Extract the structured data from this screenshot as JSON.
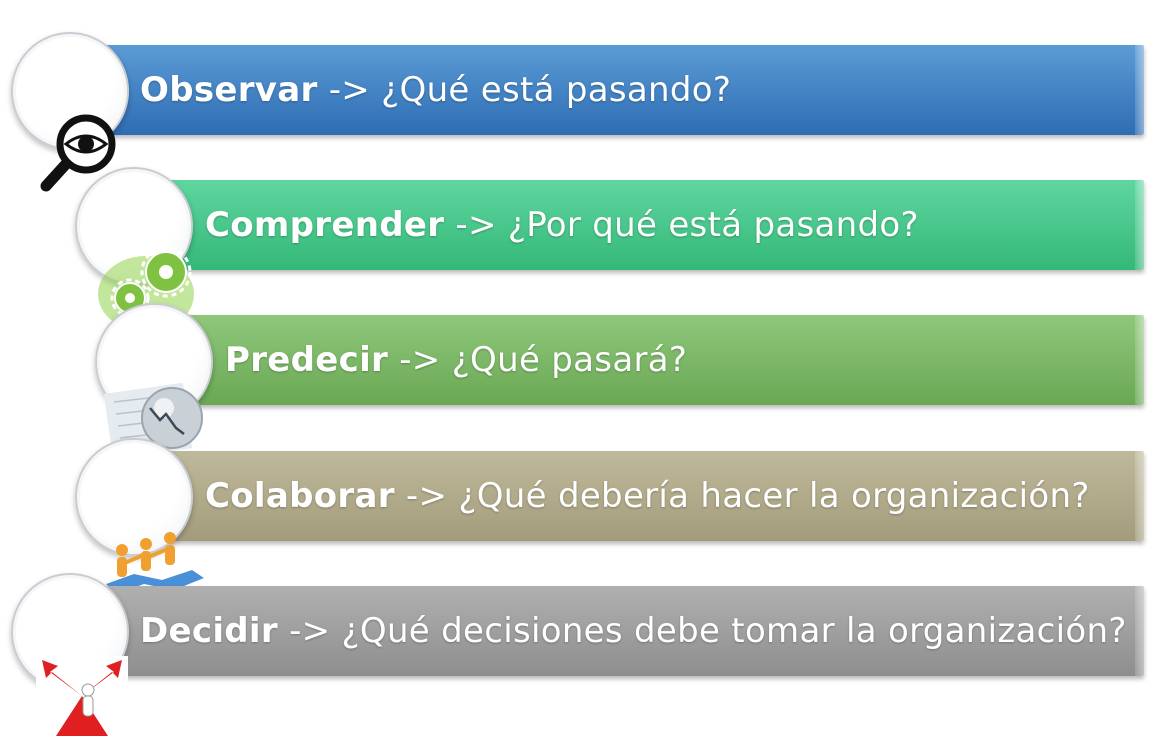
{
  "steps": [
    {
      "verb": "Observar",
      "arrow": "->",
      "question": "¿Qué está pasando?",
      "color_from": "#5b9bd5",
      "color_to": "#2e6db3",
      "icon": "magnifier-eye-icon"
    },
    {
      "verb": "Comprender",
      "arrow": "->",
      "question": "¿Por qué está pasando?",
      "color_from": "#5fd6a0",
      "color_to": "#34b878",
      "icon": "gears-icon"
    },
    {
      "verb": "Predecir",
      "arrow": "->",
      "question": "¿Qué pasará?",
      "color_from": "#8fc77b",
      "color_to": "#6aa854",
      "icon": "crystal-ball-chart-icon"
    },
    {
      "verb": "Colaborar",
      "arrow": "->",
      "question": "¿Qué debería hacer la organización?",
      "color_from": "#bfb99b",
      "color_to": "#a39c7c",
      "icon": "team-puzzle-icon"
    },
    {
      "verb": "Decidir",
      "arrow": "->",
      "question": "¿Qué decisiones debe tomar la organización?",
      "color_from": "#b0b0b0",
      "color_to": "#8e8e8e",
      "icon": "crossroads-arrows-icon"
    }
  ]
}
